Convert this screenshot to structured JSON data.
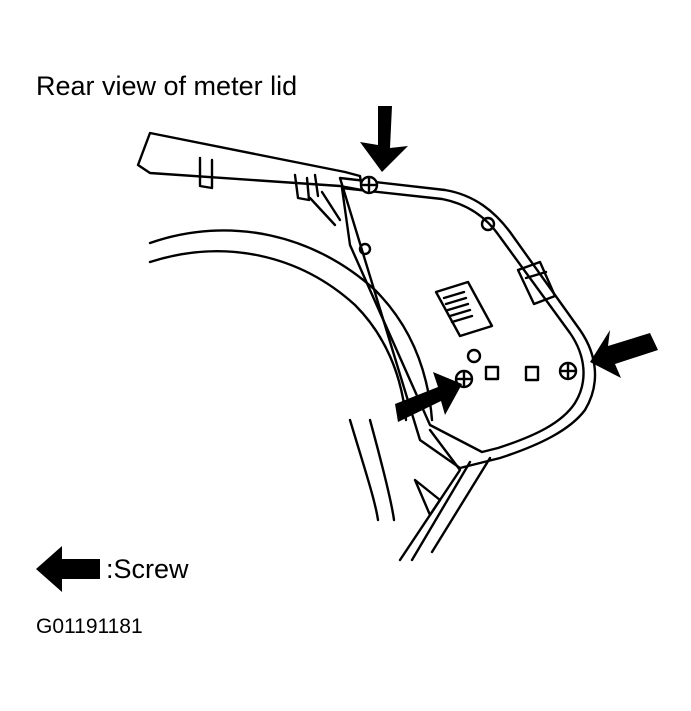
{
  "title": "Rear view of meter lid",
  "legend": {
    "icon": "arrow-left-icon",
    "label": ":Screw"
  },
  "figure_id": "G01191181",
  "colors": {
    "ink": "#000000",
    "paper": "#ffffff"
  }
}
